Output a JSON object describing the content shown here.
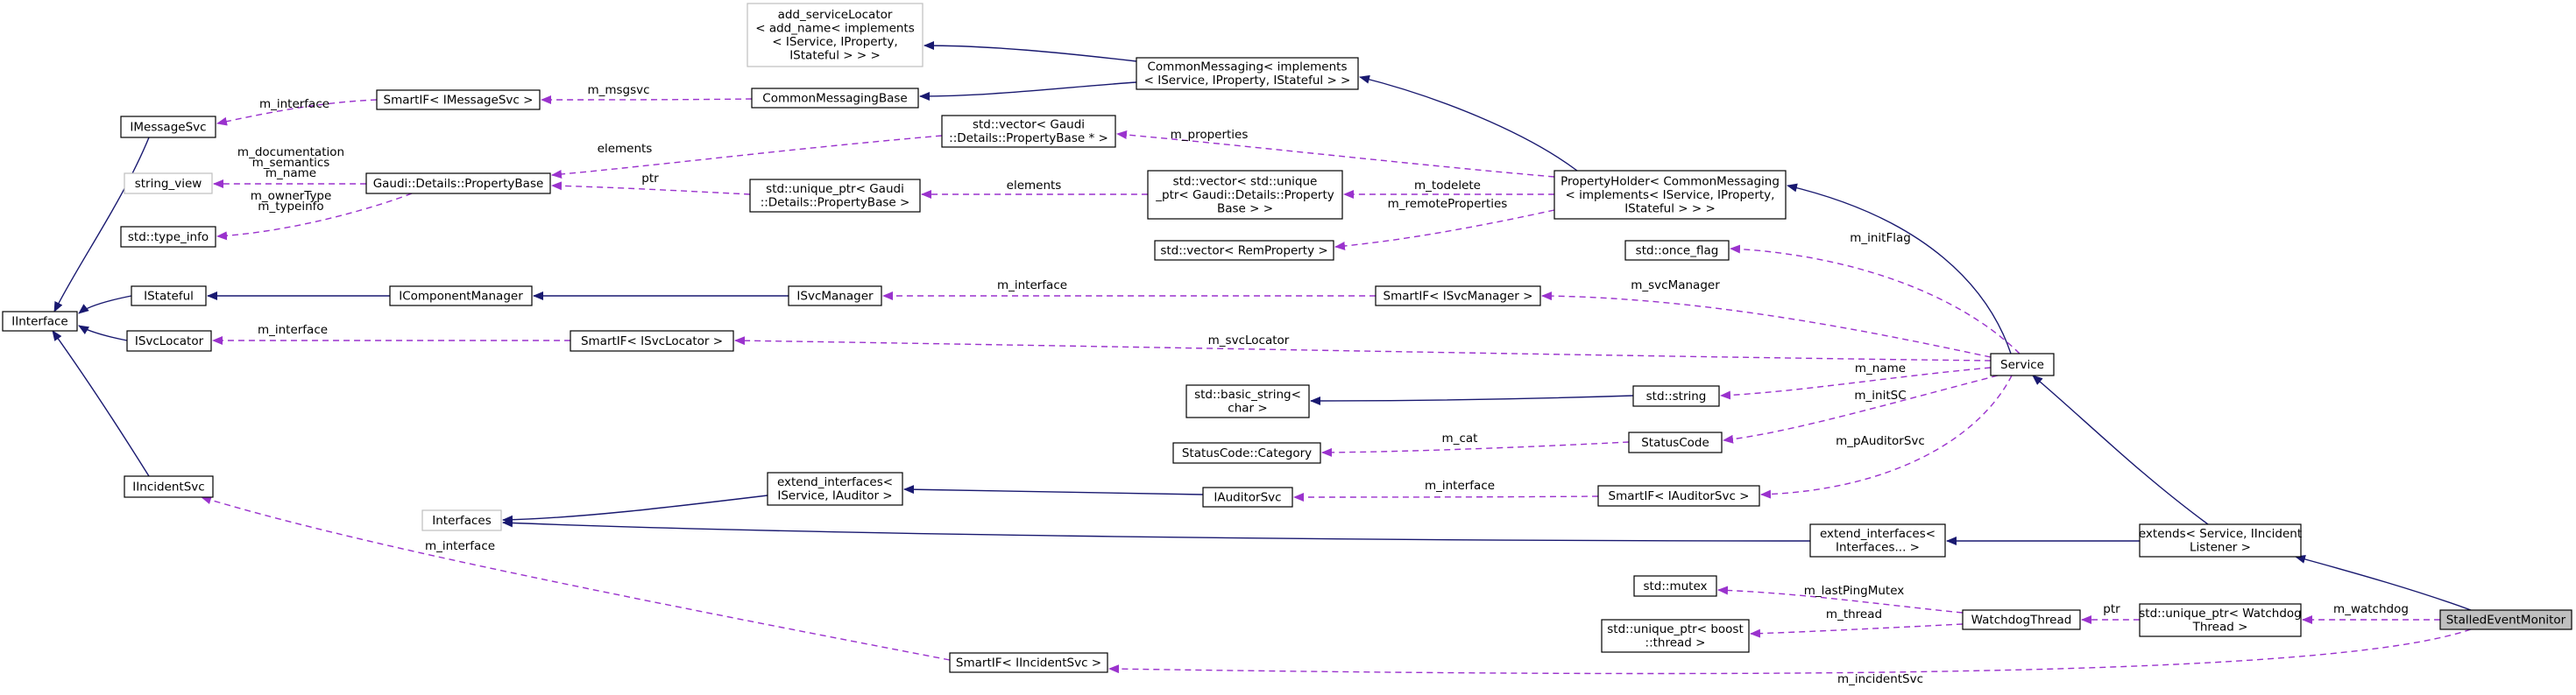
{
  "diagram": {
    "type": "collaboration-graph",
    "colors": {
      "inheritance": "#191970",
      "usage": "#9a32cd",
      "highlight_fill": "#bfbfbf",
      "grey_border": "#bfbfbf"
    },
    "nodes": [
      {
        "id": "add_serviceLocator",
        "lines": [
          "add_serviceLocator",
          "< add_name< implements",
          "< IService, IProperty,",
          "IStateful > > >"
        ],
        "style": "grey"
      },
      {
        "id": "CommonMessaging",
        "lines": [
          "CommonMessaging< implements",
          "< IService, IProperty, IStateful > >"
        ]
      },
      {
        "id": "CommonMessagingBase",
        "lines": [
          "CommonMessagingBase"
        ]
      },
      {
        "id": "SmartIF_IMessageSvc",
        "lines": [
          "SmartIF< IMessageSvc >"
        ]
      },
      {
        "id": "IMessageSvc",
        "lines": [
          "IMessageSvc"
        ]
      },
      {
        "id": "vector_PropertyBase_ptr",
        "lines": [
          "std::vector< Gaudi",
          "::Details::PropertyBase * >"
        ]
      },
      {
        "id": "string_view",
        "lines": [
          "string_view"
        ],
        "style": "grey"
      },
      {
        "id": "PropertyBase",
        "lines": [
          "Gaudi::Details::PropertyBase"
        ]
      },
      {
        "id": "unique_ptr_PropertyBase",
        "lines": [
          "std::unique_ptr< Gaudi",
          "::Details::PropertyBase >"
        ]
      },
      {
        "id": "vector_unique_ptr",
        "lines": [
          "std::vector< std::unique",
          "_ptr< Gaudi::Details::Property",
          "Base > >"
        ]
      },
      {
        "id": "PropertyHolder",
        "lines": [
          "PropertyHolder< CommonMessaging",
          "< implements< IService, IProperty,",
          "IStateful > > >"
        ]
      },
      {
        "id": "type_info",
        "lines": [
          "std::type_info"
        ]
      },
      {
        "id": "vector_RemProperty",
        "lines": [
          "std::vector< RemProperty >"
        ]
      },
      {
        "id": "once_flag",
        "lines": [
          "std::once_flag"
        ]
      },
      {
        "id": "IInterface",
        "lines": [
          "IInterface"
        ]
      },
      {
        "id": "IStateful",
        "lines": [
          "IStateful"
        ]
      },
      {
        "id": "IComponentManager",
        "lines": [
          "IComponentManager"
        ]
      },
      {
        "id": "ISvcManager",
        "lines": [
          "ISvcManager"
        ]
      },
      {
        "id": "SmartIF_ISvcManager",
        "lines": [
          "SmartIF< ISvcManager >"
        ]
      },
      {
        "id": "ISvcLocator",
        "lines": [
          "ISvcLocator"
        ]
      },
      {
        "id": "SmartIF_ISvcLocator",
        "lines": [
          "SmartIF< ISvcLocator >"
        ]
      },
      {
        "id": "Service",
        "lines": [
          "Service"
        ]
      },
      {
        "id": "basic_string",
        "lines": [
          "std::basic_string<",
          "char >"
        ]
      },
      {
        "id": "std_string",
        "lines": [
          "std::string"
        ]
      },
      {
        "id": "StatusCode_Category",
        "lines": [
          "StatusCode::Category"
        ]
      },
      {
        "id": "StatusCode",
        "lines": [
          "StatusCode"
        ]
      },
      {
        "id": "IIncidentSvc",
        "lines": [
          "IIncidentSvc"
        ]
      },
      {
        "id": "extend_interfaces_IAuditor",
        "lines": [
          "extend_interfaces<",
          "IService, IAuditor >"
        ]
      },
      {
        "id": "Interfaces",
        "lines": [
          "Interfaces"
        ],
        "style": "grey"
      },
      {
        "id": "IAuditorSvc",
        "lines": [
          "IAuditorSvc"
        ]
      },
      {
        "id": "SmartIF_IAuditorSvc",
        "lines": [
          "SmartIF< IAuditorSvc >"
        ]
      },
      {
        "id": "extend_interfaces_Interfaces",
        "lines": [
          "extend_interfaces<",
          "Interfaces... >"
        ]
      },
      {
        "id": "extends_Service",
        "lines": [
          "extends< Service, IIncident",
          "Listener >"
        ]
      },
      {
        "id": "std_mutex",
        "lines": [
          "std::mutex"
        ]
      },
      {
        "id": "WatchdogThread",
        "lines": [
          "WatchdogThread"
        ]
      },
      {
        "id": "unique_ptr_Watchdog",
        "lines": [
          "std::unique_ptr< Watchdog",
          "Thread >"
        ]
      },
      {
        "id": "StalledEventMonitor",
        "lines": [
          "StalledEventMonitor"
        ],
        "style": "highlight"
      },
      {
        "id": "unique_ptr_boost_thread",
        "lines": [
          "std::unique_ptr< boost",
          "::thread >"
        ]
      },
      {
        "id": "SmartIF_IIncidentSvc",
        "lines": [
          "SmartIF< IIncidentSvc >"
        ]
      }
    ],
    "edges": [
      {
        "id": "e1",
        "kind": "inheritance",
        "from": "CommonMessaging",
        "to": "add_serviceLocator",
        "labels": []
      },
      {
        "id": "e2",
        "kind": "inheritance",
        "from": "CommonMessaging",
        "to": "CommonMessagingBase",
        "labels": []
      },
      {
        "id": "e3",
        "kind": "usage",
        "from": "CommonMessagingBase",
        "to": "SmartIF_IMessageSvc",
        "labels": [
          "m_msgsvc"
        ]
      },
      {
        "id": "e4",
        "kind": "usage",
        "from": "SmartIF_IMessageSvc",
        "to": "IMessageSvc",
        "labels": [
          "m_interface"
        ]
      },
      {
        "id": "e5",
        "kind": "inheritance",
        "from": "PropertyHolder",
        "to": "CommonMessaging",
        "labels": []
      },
      {
        "id": "e6",
        "kind": "usage",
        "from": "PropertyHolder",
        "to": "vector_PropertyBase_ptr",
        "labels": [
          "m_properties"
        ]
      },
      {
        "id": "e7",
        "kind": "usage",
        "from": "vector_PropertyBase_ptr",
        "to": "PropertyBase",
        "labels": [
          "elements"
        ]
      },
      {
        "id": "e8",
        "kind": "usage",
        "from": "PropertyBase",
        "to": "string_view",
        "labels": [
          "m_documentation",
          "m_semantics",
          "m_name"
        ]
      },
      {
        "id": "e9",
        "kind": "usage",
        "from": "PropertyBase",
        "to": "type_info",
        "labels": [
          "m_ownerType",
          "m_typeinfo"
        ]
      },
      {
        "id": "e10",
        "kind": "usage",
        "from": "unique_ptr_PropertyBase",
        "to": "PropertyBase",
        "labels": [
          "ptr"
        ]
      },
      {
        "id": "e11",
        "kind": "usage",
        "from": "vector_unique_ptr",
        "to": "unique_ptr_PropertyBase",
        "labels": [
          "elements"
        ]
      },
      {
        "id": "e12",
        "kind": "usage",
        "from": "PropertyHolder",
        "to": "vector_unique_ptr",
        "labels": [
          "m_todelete"
        ]
      },
      {
        "id": "e13",
        "kind": "usage",
        "from": "PropertyHolder",
        "to": "vector_RemProperty",
        "labels": [
          "m_remoteProperties"
        ]
      },
      {
        "id": "e14",
        "kind": "inheritance",
        "from": "IMessageSvc",
        "to": "IInterface",
        "labels": []
      },
      {
        "id": "e15",
        "kind": "inheritance",
        "from": "IStateful",
        "to": "IInterface",
        "labels": []
      },
      {
        "id": "e16",
        "kind": "inheritance",
        "from": "ISvcLocator",
        "to": "IInterface",
        "labels": []
      },
      {
        "id": "e17",
        "kind": "inheritance",
        "from": "IIncidentSvc",
        "to": "IInterface",
        "labels": []
      },
      {
        "id": "e18",
        "kind": "inheritance",
        "from": "IComponentManager",
        "to": "IStateful",
        "labels": []
      },
      {
        "id": "e19",
        "kind": "inheritance",
        "from": "ISvcManager",
        "to": "IComponentManager",
        "labels": []
      },
      {
        "id": "e20",
        "kind": "usage",
        "from": "SmartIF_ISvcManager",
        "to": "ISvcManager",
        "labels": [
          "m_interface"
        ]
      },
      {
        "id": "e21",
        "kind": "usage",
        "from": "SmartIF_ISvcLocator",
        "to": "ISvcLocator",
        "labels": [
          "m_interface"
        ]
      },
      {
        "id": "e22",
        "kind": "inheritance",
        "from": "Service",
        "to": "PropertyHolder",
        "labels": []
      },
      {
        "id": "e23",
        "kind": "usage",
        "from": "Service",
        "to": "once_flag",
        "labels": [
          "m_initFlag"
        ]
      },
      {
        "id": "e24",
        "kind": "usage",
        "from": "Service",
        "to": "SmartIF_ISvcManager",
        "labels": [
          "m_svcManager"
        ]
      },
      {
        "id": "e25",
        "kind": "usage",
        "from": "Service",
        "to": "SmartIF_ISvcLocator",
        "labels": [
          "m_svcLocator"
        ]
      },
      {
        "id": "e26",
        "kind": "usage",
        "from": "Service",
        "to": "std_string",
        "labels": [
          "m_name"
        ]
      },
      {
        "id": "e27",
        "kind": "inheritance",
        "from": "std_string",
        "to": "basic_string",
        "labels": []
      },
      {
        "id": "e28",
        "kind": "usage",
        "from": "Service",
        "to": "StatusCode",
        "labels": [
          "m_initSC"
        ]
      },
      {
        "id": "e29",
        "kind": "usage",
        "from": "StatusCode",
        "to": "StatusCode_Category",
        "labels": [
          "m_cat"
        ]
      },
      {
        "id": "e30",
        "kind": "usage",
        "from": "Service",
        "to": "SmartIF_IAuditorSvc",
        "labels": [
          "m_pAuditorSvc"
        ]
      },
      {
        "id": "e31",
        "kind": "usage",
        "from": "SmartIF_IAuditorSvc",
        "to": "IAuditorSvc",
        "labels": [
          "m_interface"
        ]
      },
      {
        "id": "e32",
        "kind": "inheritance",
        "from": "IAuditorSvc",
        "to": "extend_interfaces_IAuditor",
        "labels": []
      },
      {
        "id": "e33",
        "kind": "inheritance",
        "from": "extend_interfaces_IAuditor",
        "to": "Interfaces",
        "labels": []
      },
      {
        "id": "e34",
        "kind": "inheritance",
        "from": "extend_interfaces_Interfaces",
        "to": "Interfaces",
        "labels": []
      },
      {
        "id": "e35",
        "kind": "inheritance",
        "from": "extends_Service",
        "to": "Service",
        "labels": []
      },
      {
        "id": "e36",
        "kind": "inheritance",
        "from": "extends_Service",
        "to": "extend_interfaces_Interfaces",
        "labels": []
      },
      {
        "id": "e37",
        "kind": "inheritance",
        "from": "StalledEventMonitor",
        "to": "extends_Service",
        "labels": []
      },
      {
        "id": "e38",
        "kind": "usage",
        "from": "StalledEventMonitor",
        "to": "unique_ptr_Watchdog",
        "labels": [
          "m_watchdog"
        ]
      },
      {
        "id": "e39",
        "kind": "usage",
        "from": "unique_ptr_Watchdog",
        "to": "WatchdogThread",
        "labels": [
          "ptr"
        ]
      },
      {
        "id": "e40",
        "kind": "usage",
        "from": "WatchdogThread",
        "to": "std_mutex",
        "labels": [
          "m_lastPingMutex"
        ]
      },
      {
        "id": "e41",
        "kind": "usage",
        "from": "WatchdogThread",
        "to": "unique_ptr_boost_thread",
        "labels": [
          "m_thread"
        ]
      },
      {
        "id": "e42",
        "kind": "usage",
        "from": "StalledEventMonitor",
        "to": "SmartIF_IIncidentSvc",
        "labels": [
          "m_incidentSvc"
        ]
      },
      {
        "id": "e43",
        "kind": "usage",
        "from": "SmartIF_IIncidentSvc",
        "to": "IIncidentSvc",
        "labels": [
          "m_interface"
        ]
      }
    ]
  }
}
